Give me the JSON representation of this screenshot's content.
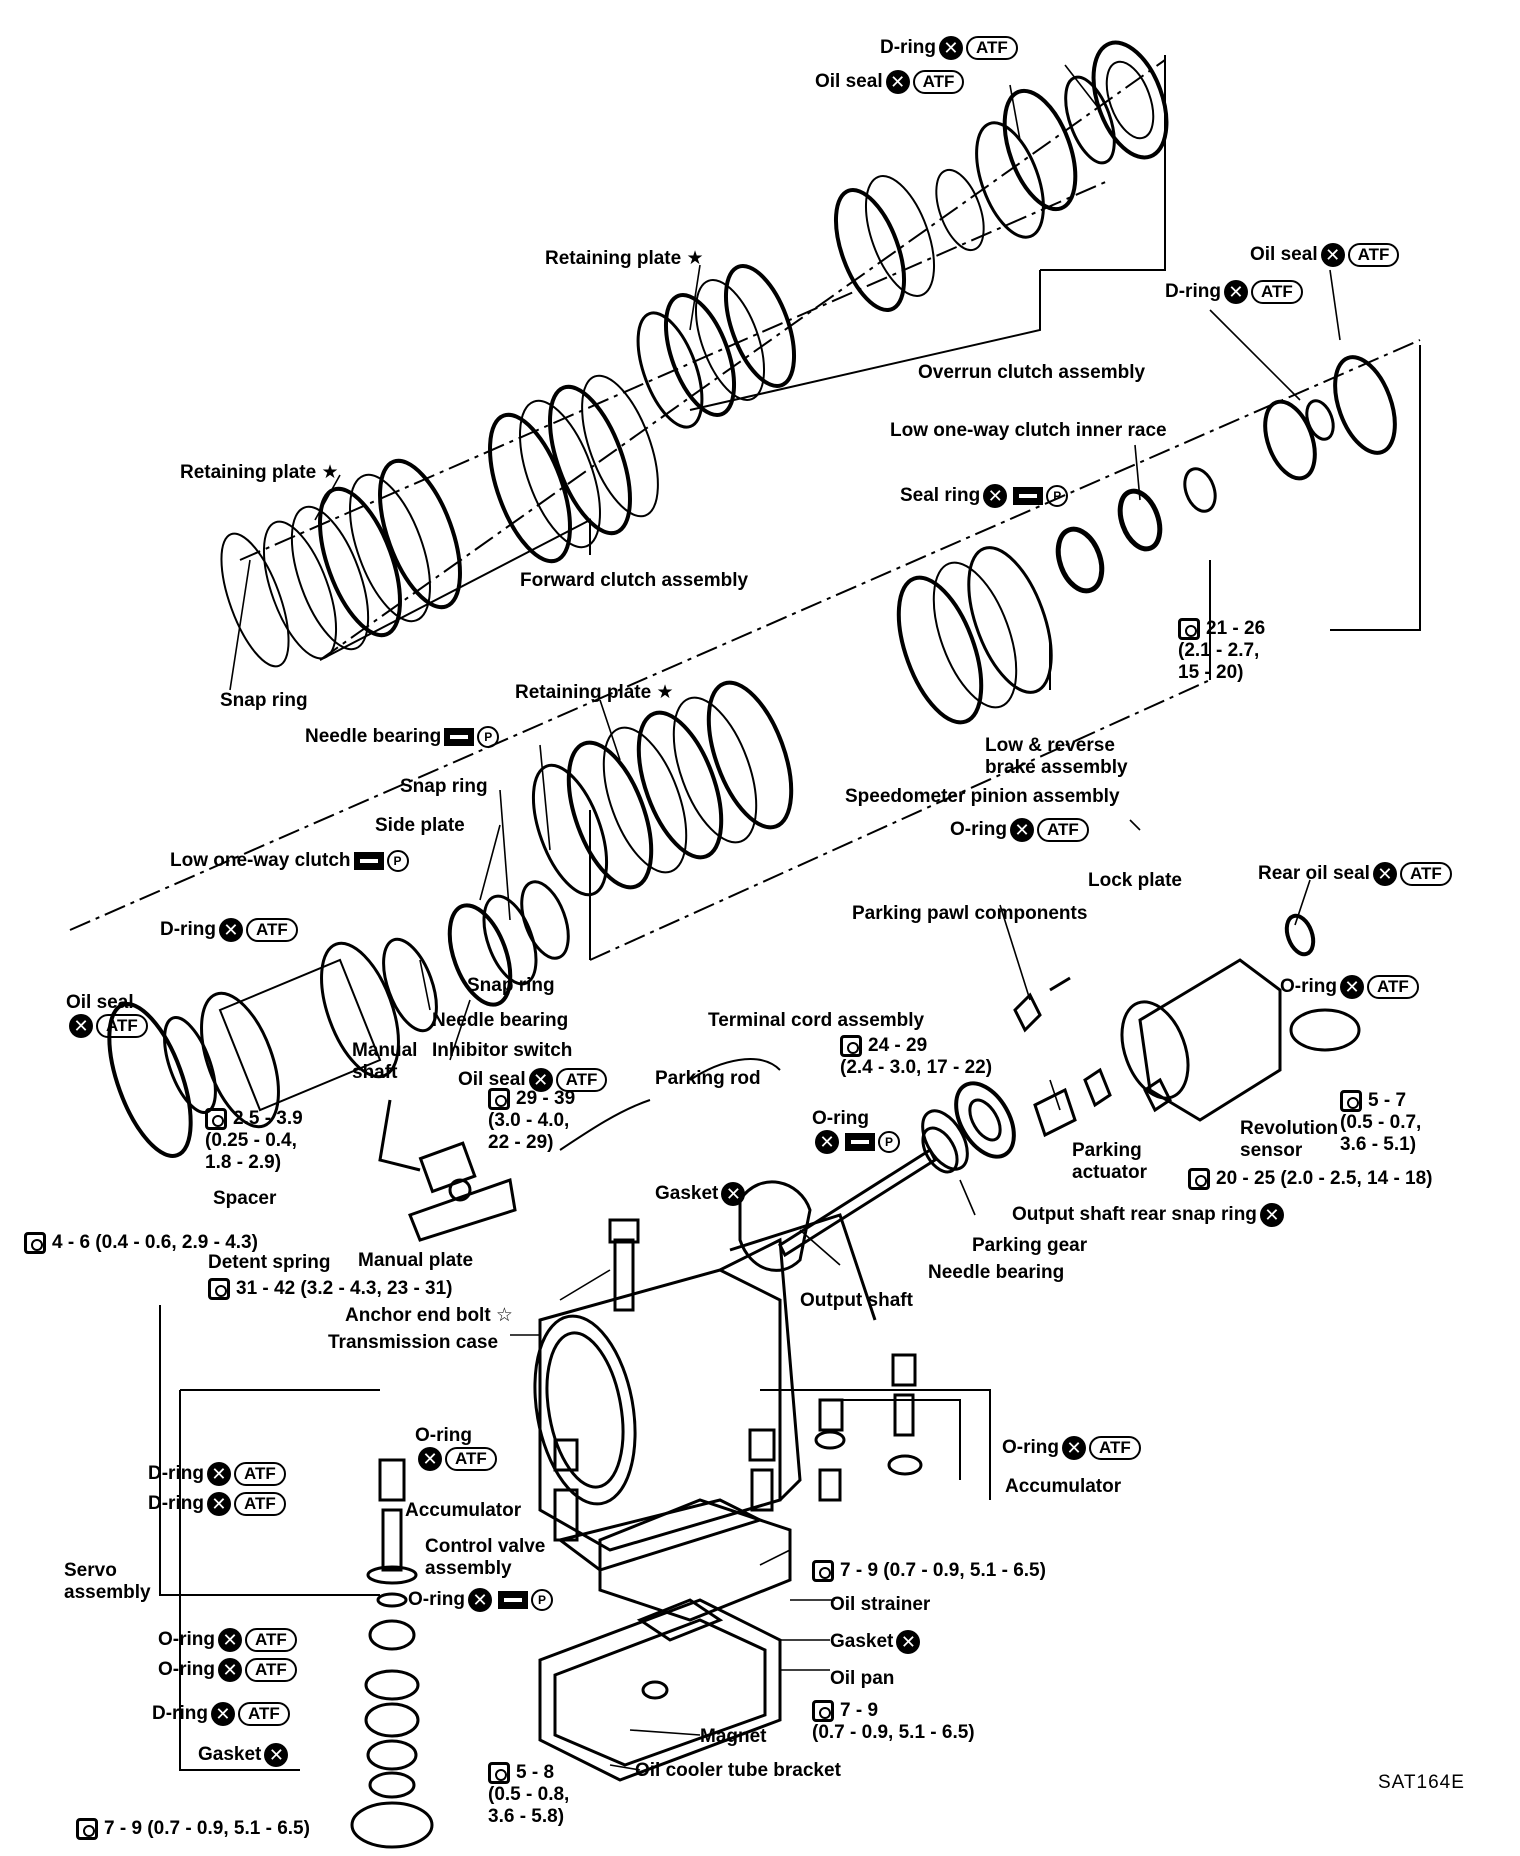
{
  "labels": {
    "top_dring": "D-ring",
    "top_oilseal": "Oil seal",
    "retaining_plate_top": "Retaining plate ★",
    "right_oilseal": "Oil seal",
    "right_dring": "D-ring",
    "overrun_clutch": "Overrun clutch assembly",
    "low_oneway_inner": "Low one-way clutch inner race",
    "retaining_plate_left": "Retaining plate ★",
    "seal_ring": "Seal ring",
    "forward_clutch": "Forward clutch assembly",
    "torque_21": "21 - 26\n(2.1 - 2.7,\n15 - 20)",
    "snap_ring_left": "Snap ring",
    "retaining_plate_mid": "Retaining plate ★",
    "needle_bearing_top": "Needle bearing",
    "low_reverse": "Low & reverse\nbrake assembly",
    "snap_ring_mid": "Snap ring",
    "speedometer": "Speedometer pinion assembly",
    "side_plate": "Side plate",
    "oring_speedo": "O-ring",
    "low_oneway_clutch": "Low one-way clutch",
    "lock_plate": "Lock plate",
    "rear_oil_seal": "Rear oil seal",
    "dring_left": "D-ring",
    "parking_pawl": "Parking pawl components",
    "snap_ring_low": "Snap ring",
    "oil_seal_left": "Oil seal",
    "needle_bearing_low": "Needle bearing",
    "oring_right": "O-ring",
    "terminal_cord": "Terminal cord assembly",
    "manual_shaft": "Manual\nshaft",
    "inhibitor_switch": "Inhibitor switch",
    "torque_24": "24 - 29\n(2.4 - 3.0, 17 - 22)",
    "oil_seal_mid": "Oil seal",
    "parking_rod": "Parking rod",
    "torque_5_7": "5 - 7\n(0.5 - 0.7,\n3.6 - 5.1)",
    "torque_2_5": "2.5 - 3.9\n(0.25 - 0.4,\n1.8 - 2.9)",
    "torque_29": "29 - 39\n(3.0 - 4.0,\n22 - 29)",
    "oring_mid": "O-ring",
    "revolution_sensor": "Revolution\nsensor",
    "parking_actuator": "Parking\nactuator",
    "spacer": "Spacer",
    "torque_20": "20 - 25 (2.0 - 2.5, 14 - 18)",
    "gasket_top": "Gasket",
    "output_snap_ring": "Output shaft rear snap ring",
    "torque_4_6": "4 - 6 (0.4 - 0.6, 2.9 - 4.3)",
    "parking_gear": "Parking gear",
    "detent_spring": "Detent spring",
    "manual_plate": "Manual plate",
    "needle_bearing_out": "Needle bearing",
    "torque_31": "31 - 42 (3.2 - 4.3, 23 - 31)",
    "output_shaft": "Output shaft",
    "anchor_bolt": "Anchor end bolt ☆",
    "transmission_case": "Transmission case",
    "oring_case": "O-ring",
    "oring_right_low": "O-ring",
    "dring_servo1": "D-ring",
    "dring_servo2": "D-ring",
    "accumulator_left": "Accumulator",
    "accumulator_right": "Accumulator",
    "control_valve": "Control valve\nassembly",
    "servo_assembly": "Servo\nassembly",
    "oring_cv": "O-ring",
    "torque_7_9_a": "7 - 9 (0.7 - 0.9, 5.1 - 6.5)",
    "oil_strainer": "Oil strainer",
    "oring_servo1": "O-ring",
    "gasket_mid": "Gasket",
    "oring_servo2": "O-ring",
    "oil_pan": "Oil pan",
    "dring_servo3": "D-ring",
    "torque_7_9_b": "7 - 9\n(0.7 - 0.9, 5.1 - 6.5)",
    "gasket_servo": "Gasket",
    "magnet": "Magnet",
    "oil_cooler": "Oil cooler tube bracket",
    "torque_5_8": "5 - 8\n(0.5 - 0.8,\n3.6 - 5.8)",
    "torque_7_9_c": "7 - 9 (0.7 - 0.9, 5.1 - 6.5)",
    "figure_code": "SAT164E"
  },
  "symbols": {
    "atf": "ATF",
    "x": "✕",
    "p": "P"
  }
}
